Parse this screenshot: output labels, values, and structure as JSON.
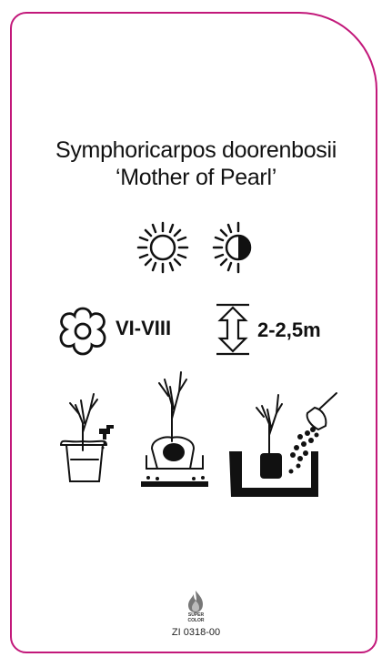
{
  "title": {
    "line1": "Symphoricarpos doorenbosii",
    "line2": "‘Mother of Pearl’"
  },
  "exposure": {
    "icons": [
      "sun-full-icon",
      "sun-half-shade-icon"
    ]
  },
  "flowering": {
    "icon": "flower-icon",
    "months": "VI-VIII"
  },
  "height": {
    "icon": "height-arrow-icon",
    "value": "2-2,5m"
  },
  "planting_steps": [
    "bucket-watering-icon",
    "root-ball-soak-icon",
    "planting-hole-icon"
  ],
  "logo": {
    "icon": "supercolor-flame-icon",
    "text_line1": "SUPER",
    "text_line2": "COLOR"
  },
  "product_code": "ZI 0318-00",
  "colors": {
    "border": "#c2187a",
    "ink": "#111111"
  }
}
